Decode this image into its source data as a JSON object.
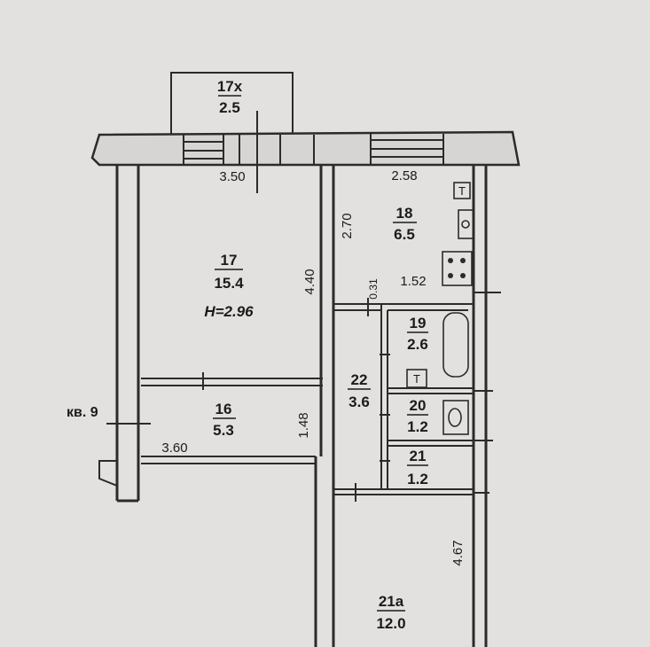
{
  "apartment_label": "кв. 9",
  "ceiling_height": "H=2.96",
  "rooms": {
    "r17x": {
      "num": "17х",
      "area": "2.5"
    },
    "r17": {
      "num": "17",
      "area": "15.4"
    },
    "r18": {
      "num": "18",
      "area": "6.5"
    },
    "r16": {
      "num": "16",
      "area": "5.3"
    },
    "r22": {
      "num": "22",
      "area": "3.6"
    },
    "r19": {
      "num": "19",
      "area": "2.6"
    },
    "r20": {
      "num": "20",
      "area": "1.2"
    },
    "r21": {
      "num": "21",
      "area": "1.2"
    },
    "r21a": {
      "num": "21а",
      "area": "12.0"
    }
  },
  "dimensions": {
    "d350": "3.50",
    "d258": "2.58",
    "d270": "2.70",
    "d440": "4.40",
    "d031": "0.31",
    "d152": "1.52",
    "d148": "1.48",
    "d360": "3.60",
    "d467": "4.67"
  },
  "fixtures": {
    "toilet_tank_mark": "Т"
  }
}
